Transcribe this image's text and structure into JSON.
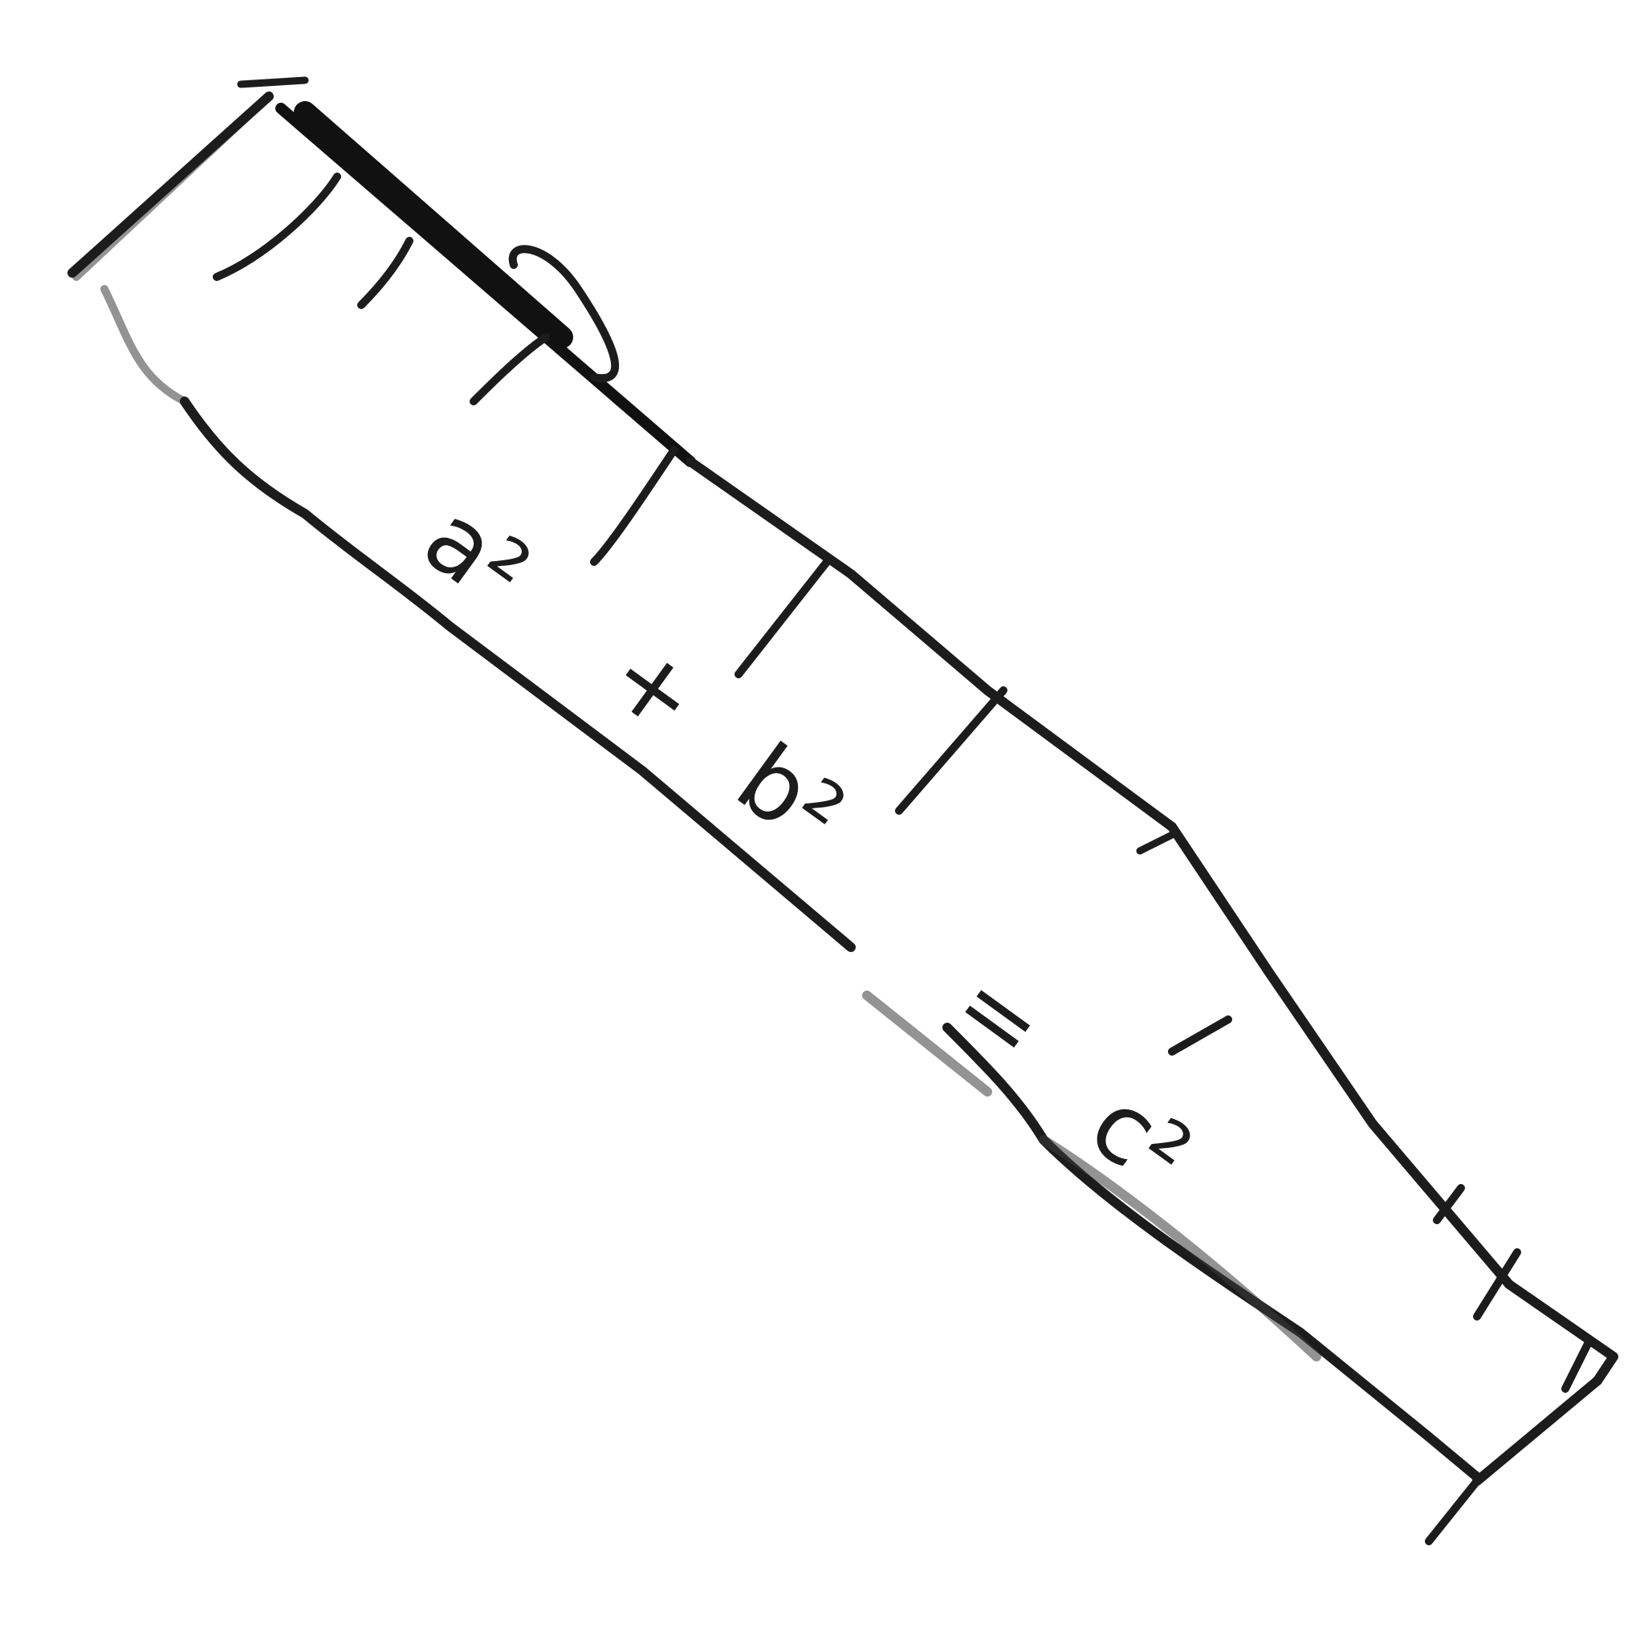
{
  "sketch": {
    "equation_tokens": [
      {
        "name": "a-squared",
        "text": "a²"
      },
      {
        "name": "plus-sign",
        "text": "+"
      },
      {
        "name": "b-squared",
        "text": "b²"
      },
      {
        "name": "equals-sign",
        "text": "="
      },
      {
        "name": "c-squared",
        "text": "c²"
      }
    ],
    "colors": {
      "ink": "#1c1c1c",
      "paper": "#ffffff"
    }
  }
}
